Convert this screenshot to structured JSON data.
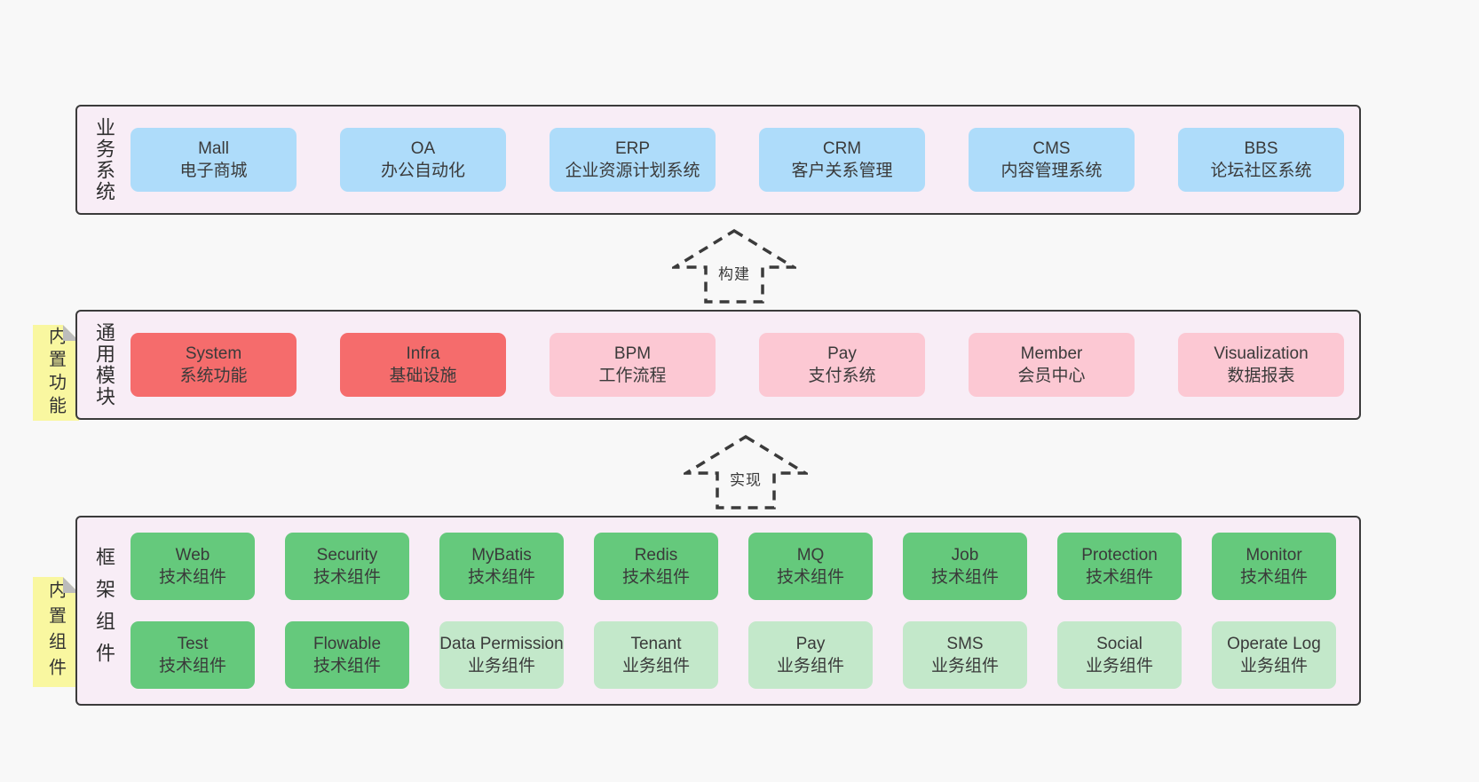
{
  "diagram": {
    "arrows": [
      {
        "label": "构建"
      },
      {
        "label": "实现"
      }
    ],
    "bands": [
      {
        "label": "业务系统",
        "sticky": null,
        "rows": [
          [
            {
              "title": "Mall",
              "subtitle": "电子商城",
              "variant": "blue"
            },
            {
              "title": "OA",
              "subtitle": "办公自动化",
              "variant": "blue"
            },
            {
              "title": "ERP",
              "subtitle": "企业资源计划系统",
              "variant": "blue"
            },
            {
              "title": "CRM",
              "subtitle": "客户关系管理",
              "variant": "blue"
            },
            {
              "title": "CMS",
              "subtitle": "内容管理系统",
              "variant": "blue"
            },
            {
              "title": "BBS",
              "subtitle": "论坛社区系统",
              "variant": "blue"
            }
          ]
        ]
      },
      {
        "label": "通用模块",
        "sticky": "内置功能",
        "rows": [
          [
            {
              "title": "System",
              "subtitle": "系统功能",
              "variant": "red"
            },
            {
              "title": "Infra",
              "subtitle": "基础设施",
              "variant": "red"
            },
            {
              "title": "BPM",
              "subtitle": "工作流程",
              "variant": "pink"
            },
            {
              "title": "Pay",
              "subtitle": "支付系统",
              "variant": "pink"
            },
            {
              "title": "Member",
              "subtitle": "会员中心",
              "variant": "pink"
            },
            {
              "title": "Visualization",
              "subtitle": "数据报表",
              "variant": "pink"
            }
          ]
        ]
      },
      {
        "label": "框架组件",
        "sticky": "内置组件",
        "rows": [
          [
            {
              "title": "Web",
              "subtitle": "技术组件",
              "variant": "green"
            },
            {
              "title": "Security",
              "subtitle": "技术组件",
              "variant": "green"
            },
            {
              "title": "MyBatis",
              "subtitle": "技术组件",
              "variant": "green"
            },
            {
              "title": "Redis",
              "subtitle": "技术组件",
              "variant": "green"
            },
            {
              "title": "MQ",
              "subtitle": "技术组件",
              "variant": "green"
            },
            {
              "title": "Job",
              "subtitle": "技术组件",
              "variant": "green"
            },
            {
              "title": "Protection",
              "subtitle": "技术组件",
              "variant": "green"
            },
            {
              "title": "Monitor",
              "subtitle": "技术组件",
              "variant": "green"
            }
          ],
          [
            {
              "title": "Test",
              "subtitle": "技术组件",
              "variant": "green"
            },
            {
              "title": "Flowable",
              "subtitle": "技术组件",
              "variant": "green"
            },
            {
              "title": "Data Permission",
              "subtitle": "业务组件",
              "variant": "green-light"
            },
            {
              "title": "Tenant",
              "subtitle": "业务组件",
              "variant": "green-light"
            },
            {
              "title": "Pay",
              "subtitle": "业务组件",
              "variant": "green-light"
            },
            {
              "title": "SMS",
              "subtitle": "业务组件",
              "variant": "green-light"
            },
            {
              "title": "Social",
              "subtitle": "业务组件",
              "variant": "green-light"
            },
            {
              "title": "Operate Log",
              "subtitle": "业务组件",
              "variant": "green-light"
            }
          ]
        ]
      }
    ],
    "colors": {
      "page_bg": "#f8f8f8",
      "band_bg": "#f8edf6",
      "band_border": "#3b3b3b",
      "blue": "#aedcfa",
      "red": "#f56c6c",
      "pink": "#fcc8d3",
      "green": "#65c97c",
      "green_light": "#c3e8ca",
      "sticky_yellow": "#f9f7a0",
      "sticky_fold": "#bcbcbc",
      "text": "#363636"
    }
  }
}
